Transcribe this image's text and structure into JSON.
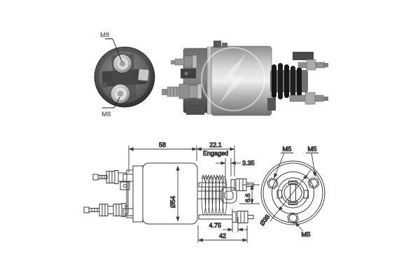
{
  "page": {
    "background": "#ffffff",
    "line_color": "#3b3b3b",
    "text_color": "#2d2d2d"
  },
  "photos": {
    "end_view": {
      "m8_top": "M8",
      "m8_bottom": "M8"
    },
    "side_view": {
      "watermark": "brand-lightning-watermark"
    }
  },
  "drawing": {
    "side_view": {
      "dim_58": "58",
      "dim_22_1": "22.1",
      "engaged": "Engaged",
      "dim_3_35": "3.35",
      "dim_dia54": "Ø54",
      "dim_6_6": "6.6",
      "dim_4_75": "4.75",
      "dim_42": "42"
    },
    "end_view": {
      "m5_top_left": "M5",
      "m5_top_right": "M5",
      "m5_bottom": "M5",
      "dia_38": "Ø38"
    }
  }
}
